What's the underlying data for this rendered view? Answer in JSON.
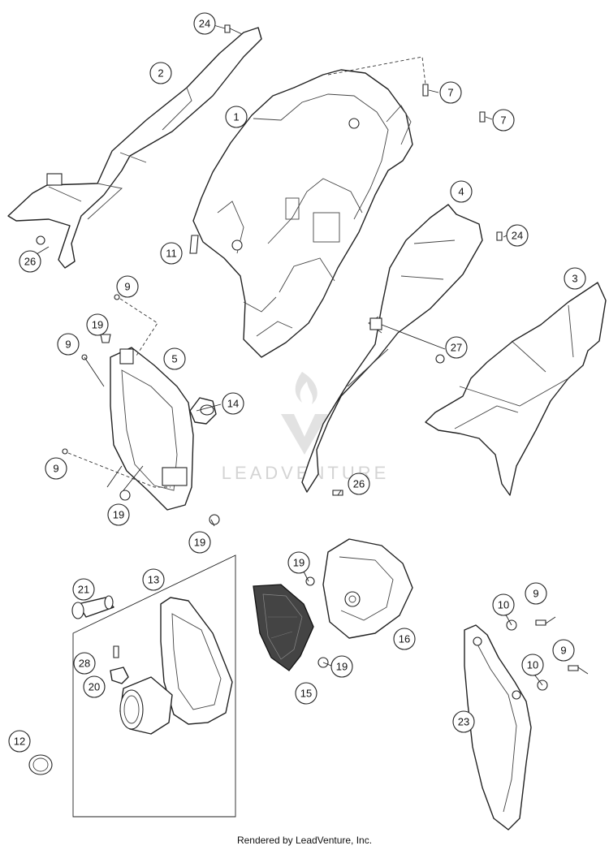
{
  "watermark": "LEADVENTURE",
  "footer": "Rendered by LeadVenture, Inc.",
  "callouts": [
    "24",
    "2",
    "1",
    "7",
    "7",
    "4",
    "24",
    "26",
    "11",
    "9",
    "19",
    "5",
    "9",
    "14",
    "27",
    "3",
    "9",
    "19",
    "26",
    "19",
    "13",
    "19",
    "21",
    "16",
    "10",
    "9",
    "28",
    "15",
    "19",
    "20",
    "10",
    "9",
    "23",
    "12"
  ]
}
